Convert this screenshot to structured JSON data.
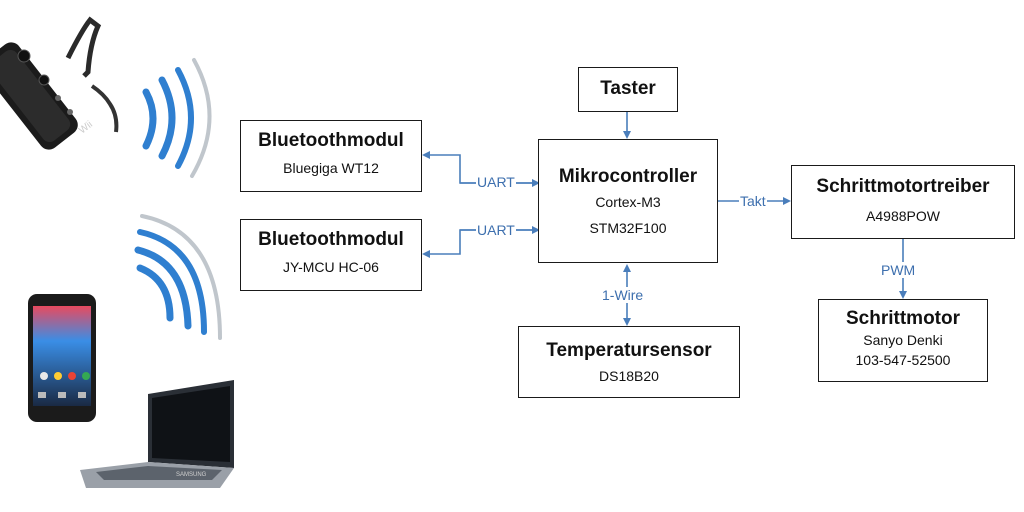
{
  "blocks": {
    "taster": {
      "title": "Taster"
    },
    "bt1": {
      "title": "Bluetoothmodul",
      "line1": "Bluegiga WT12"
    },
    "bt2": {
      "title": "Bluetoothmodul",
      "line1": "JY-MCU HC-06"
    },
    "mcu": {
      "title": "Mikrocontroller",
      "line1": "Cortex-M3",
      "line2": "STM32F100"
    },
    "driver": {
      "title": "Schrittmotortreiber",
      "line1": "A4988POW"
    },
    "motor": {
      "title": "Schrittmotor",
      "line1": "Sanyo Denki",
      "line2": "103-547-52500"
    },
    "temp": {
      "title": "Temperatursensor",
      "line1": "DS18B20"
    }
  },
  "connections": {
    "uart1": "UART",
    "uart2": "UART",
    "takt": "Takt",
    "pwm": "PWM",
    "onewire": "1-Wire"
  },
  "devices": {
    "remote": "Wii",
    "laptop": "SAMSUNG"
  },
  "colors": {
    "wire": "#4a7ebb",
    "wave": "#2f7fd0",
    "border": "#1a1a1a"
  }
}
